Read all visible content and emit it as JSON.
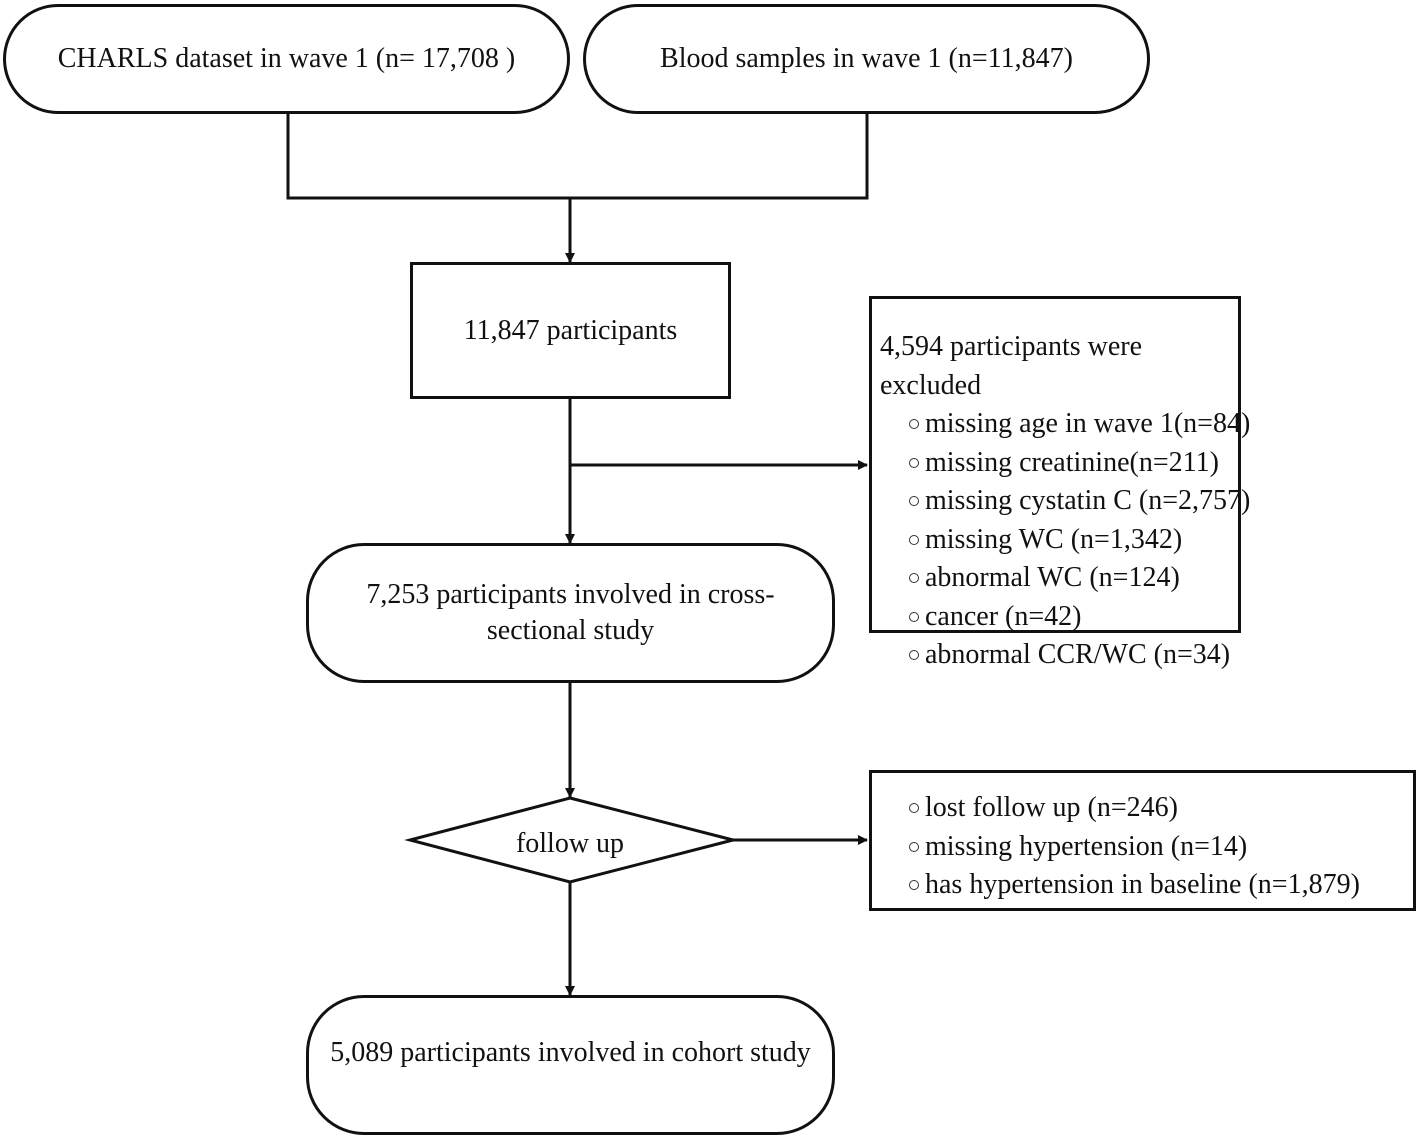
{
  "nodes": {
    "charls": "CHARLS dataset in wave 1 (n= 17,708 )",
    "blood": "Blood samples in wave 1 (n=11,847)",
    "participants": "11,847 participants",
    "cross_sectional": "7,253 participants involved in cross-sectional study",
    "follow_up": "follow up",
    "cohort": "5,089 participants involved in cohort study"
  },
  "exclusion_1": {
    "title": "4,594 participants were excluded",
    "items": [
      "missing age in wave 1(n=84)",
      "missing creatinine(n=211)",
      "missing cystatin C (n=2,757)",
      "missing WC (n=1,342)",
      "abnormal WC (n=124)",
      "cancer (n=42)",
      "abnormal CCR/WC (n=34)"
    ]
  },
  "exclusion_2": {
    "items": [
      "lost follow up (n=246)",
      "missing hypertension (n=14)",
      "has hypertension in baseline (n=1,879)"
    ]
  }
}
